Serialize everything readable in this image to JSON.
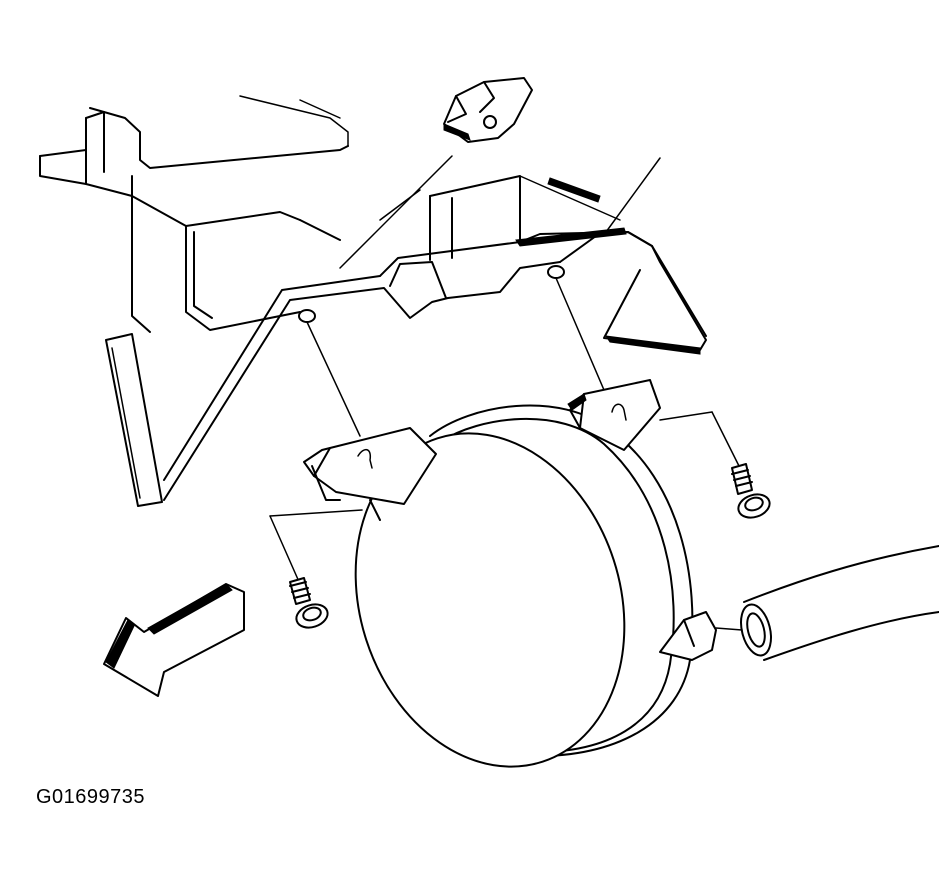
{
  "figure": {
    "id_label": "G01699735"
  },
  "colors": {
    "ink": "#000000",
    "paper": "#ffffff"
  },
  "icons": [
    "fog-lamp",
    "mounting-bracket",
    "screw",
    "clip-nut",
    "wiring-connector",
    "forward-arrow"
  ]
}
